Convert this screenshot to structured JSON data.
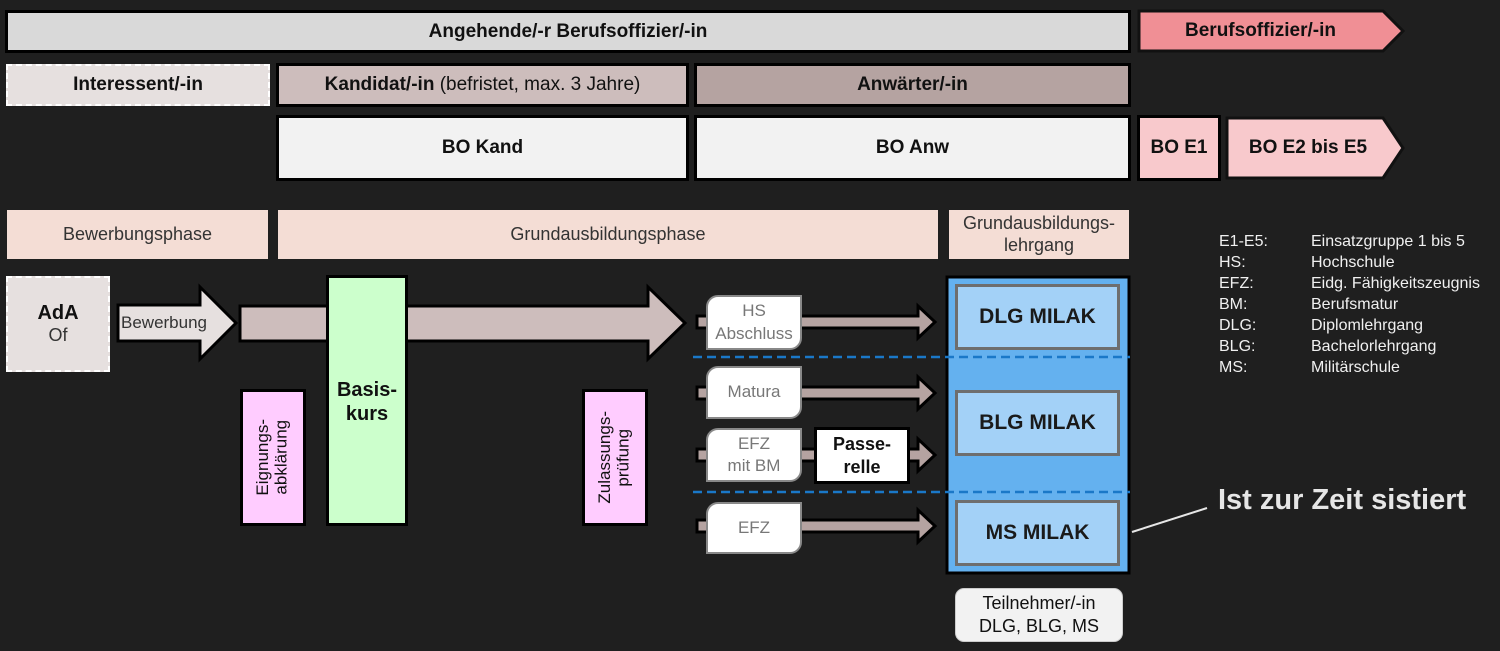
{
  "header": {
    "row1": {
      "angehende": "Angehende/-r Berufsoffizier/-in",
      "berufsoffizier": "Berufsoffizier/-in"
    },
    "row2": {
      "interessent": "Interessent/-in",
      "kandidat_bold": "Kandidat/-in",
      "kandidat_note": " (befristet, max. 3 Jahre)",
      "anwaerter": "Anwärter/-in"
    },
    "row3": {
      "bo_kand": "BO Kand",
      "bo_anw": "BO Anw",
      "bo_e1": "BO E1",
      "bo_e2_e5": "BO E2 bis E5"
    }
  },
  "phases": {
    "bewerbung": "Bewerbungsphase",
    "grundausbildung": "Grundausbildungsphase",
    "lehrgang_line1": "Grundausbildungs-",
    "lehrgang_line2": "lehrgang"
  },
  "flow": {
    "ada_line1": "AdA",
    "ada_line2": "Of",
    "bewerbung_arrow": "Bewerbung",
    "eignung_line1": "Eignungs-",
    "eignung_line2": "abklärung",
    "basis_line1": "Basis-",
    "basis_line2": "kurs",
    "zulassung_line1": "Zulassungs-",
    "zulassung_line2": "prüfung",
    "qualifications": [
      {
        "line1": "HS",
        "line2": "Abschluss"
      },
      {
        "line1": "Matura",
        "line2": ""
      },
      {
        "line1": "EFZ",
        "line2": "mit BM"
      },
      {
        "line1": "EFZ",
        "line2": ""
      }
    ],
    "passerelle_line1": "Passe-",
    "passerelle_line2": "relle"
  },
  "milak": {
    "dlg": "DLG MILAK",
    "blg": "BLG MILAK",
    "ms": "MS MILAK",
    "participants_line1": "Teilnehmer/-in",
    "participants_line2": "DLG, BLG, MS",
    "suspended_note": "Ist zur Zeit sistiert"
  },
  "legend": [
    {
      "abbr": "E1-E5:",
      "meaning": "Einsatzgruppe 1 bis 5"
    },
    {
      "abbr": "HS:",
      "meaning": "Hochschule"
    },
    {
      "abbr": "EFZ:",
      "meaning": "Eidg. Fähigkeitszeugnis"
    },
    {
      "abbr": "BM:",
      "meaning": "Berufsmatur"
    },
    {
      "abbr": "DLG:",
      "meaning": "Diplomlehrgang"
    },
    {
      "abbr": "BLG:",
      "meaning": "Bachelorlehrgang"
    },
    {
      "abbr": "MS:",
      "meaning": "Militärschule"
    }
  ],
  "colors": {
    "background": "#1f1f1f",
    "angehende": "#d9d9d9",
    "berufsoffizier": "#f08f95",
    "bo_e": "#f8c9cc",
    "interessent": "#e6e0df",
    "kandidat": "#cdbdbc",
    "anwaerter": "#b5a3a1",
    "phase": "#f4ddd5",
    "basiskurs": "#ccffcc",
    "pruefung": "#ffccff",
    "milak_container": "#64b1ef",
    "milak_box": "#a3d1f7",
    "divider": "#1a78c8"
  }
}
